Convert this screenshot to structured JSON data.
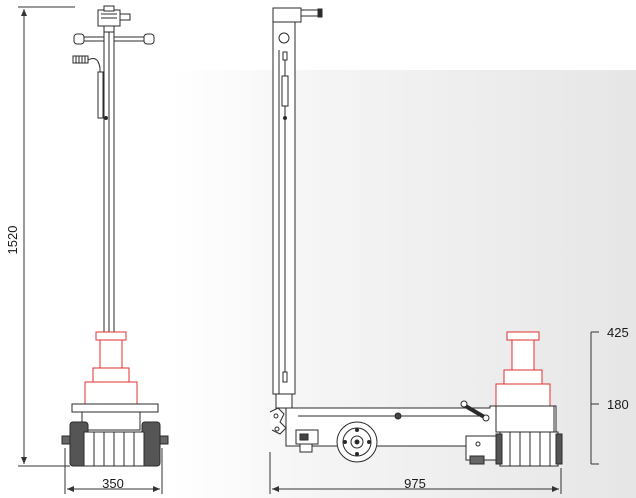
{
  "dimensions": {
    "height_total": "1520",
    "front_width": "350",
    "side_length": "975",
    "height_min": "425",
    "height_lift": "180"
  },
  "colors": {
    "outline": "#2b2b2b",
    "accent": "#e03030",
    "dimension_line": "#333333"
  }
}
